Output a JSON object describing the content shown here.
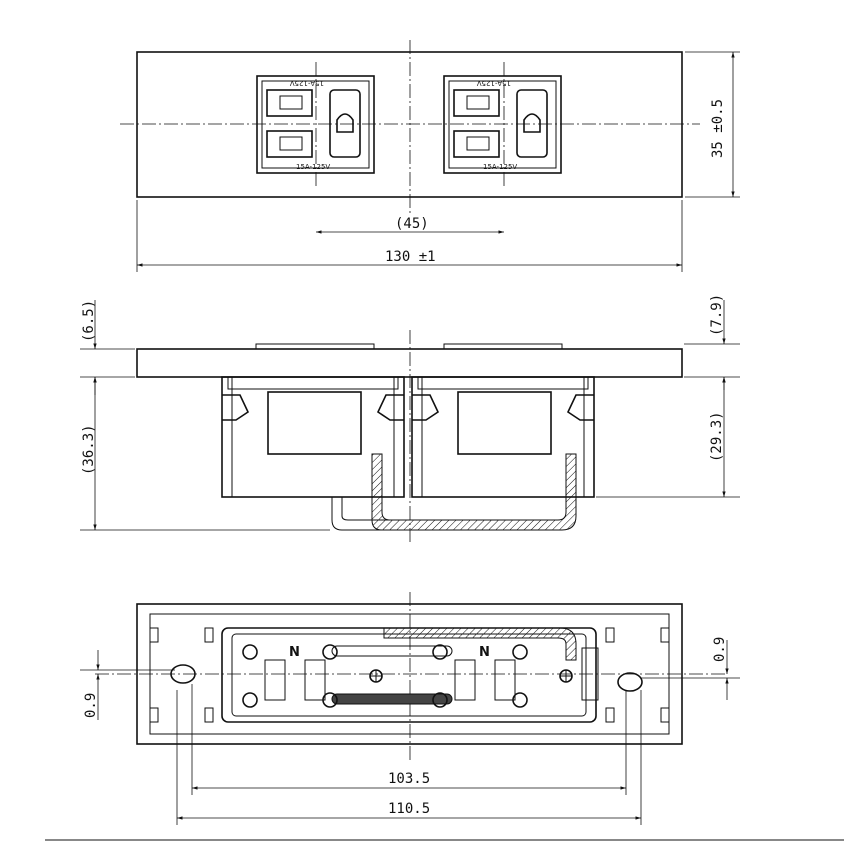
{
  "dimensions": {
    "spacing": "(45)",
    "width": "130 ±1",
    "height": "35 ±0.5",
    "top_protrusion": "(6.5)",
    "depth_left": "(36.3)",
    "right_protrusion": "(7.9)",
    "depth_right": "(29.3)",
    "offset_right": "0.9",
    "offset_left": "0.9",
    "mount_pitch_inner": "103.5",
    "mount_pitch_outer": "110.5"
  },
  "outlet_labels": {
    "rating_top": "15A-125V",
    "rating_bottom": "15A-125V"
  },
  "terminal_labels": {
    "neutral": "N"
  }
}
